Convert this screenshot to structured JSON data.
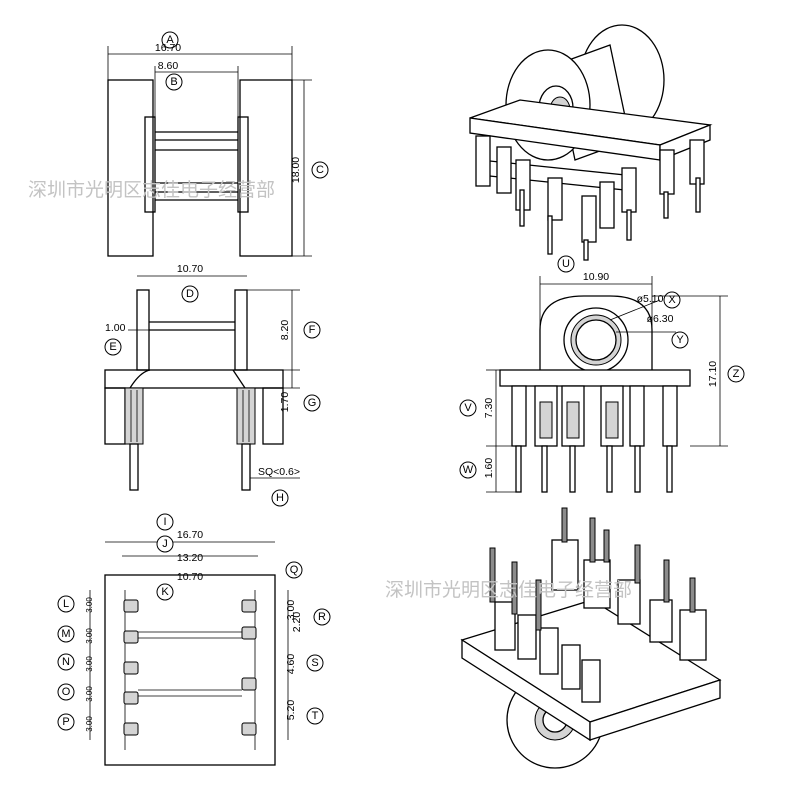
{
  "watermark": "深圳市光明区志佳电子经营部",
  "views": {
    "top": {
      "dims": [
        {
          "letter": "A",
          "value": "16.70"
        },
        {
          "letter": "B",
          "value": "8.60"
        },
        {
          "letter": "C",
          "value": "18.00"
        }
      ]
    },
    "side": {
      "dims": [
        {
          "letter": "D",
          "value": "10.70"
        },
        {
          "letter": "E",
          "value": "1.00"
        },
        {
          "letter": "F",
          "value": "8.20"
        },
        {
          "letter": "G",
          "value": "1.70"
        },
        {
          "letter": "H",
          "value": "SQ<0.6>"
        }
      ]
    },
    "front": {
      "dims": [
        {
          "letter": "U",
          "value": "10.90"
        },
        {
          "letter": "X",
          "value": "ø5.10"
        },
        {
          "letter": "Y",
          "value": "ø6.30"
        },
        {
          "letter": "Z",
          "value": "17.10"
        },
        {
          "letter": "V",
          "value": "7.30"
        },
        {
          "letter": "W",
          "value": "1.60"
        }
      ]
    },
    "bottom": {
      "dims": [
        {
          "letter": "I",
          "value": "16.70"
        },
        {
          "letter": "J",
          "value": "13.20"
        },
        {
          "letter": "K",
          "value": "10.70"
        },
        {
          "letter": "L",
          "value": "3.00"
        },
        {
          "letter": "M",
          "value": "3.00"
        },
        {
          "letter": "N",
          "value": "3.00"
        },
        {
          "letter": "O",
          "value": "3.00"
        },
        {
          "letter": "P",
          "value": "3.00"
        },
        {
          "letter": "Q",
          "value": "3.00"
        },
        {
          "letter": "R",
          "value": "2.20"
        },
        {
          "letter": "S",
          "value": "4.60"
        },
        {
          "letter": "T",
          "value": "5.20"
        }
      ]
    }
  }
}
